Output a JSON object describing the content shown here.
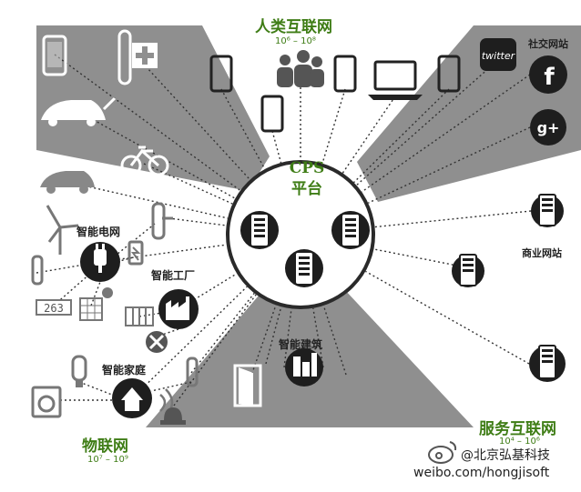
{
  "center": {
    "title": "CPS",
    "subtitle": "平台"
  },
  "regions": {
    "human_internet": {
      "label": "人类互联网",
      "range": "10⁶ – 10⁸"
    },
    "iot": {
      "label": "物联网",
      "range": "10⁷ – 10⁹"
    },
    "service_internet": {
      "label": "服务互联网",
      "range": "10⁴ – 10⁶"
    }
  },
  "nodes": {
    "smart_grid": "智能电网",
    "smart_factory": "智能工厂",
    "smart_home": "智能家庭",
    "smart_building": "智能建筑",
    "social_sites": "社交网站",
    "commerce_sites": "商业网站"
  },
  "social_icons": {
    "twitter": "twitter",
    "facebook": "f",
    "googleplus": "g+"
  },
  "device_tags": {
    "meter": "263"
  },
  "watermark": {
    "handle": "@北京弘基科技",
    "url": "weibo.com/hongjisoft"
  },
  "colors": {
    "accent_green": "#3f7d16",
    "sector_gray": "#8f8f8f",
    "icon_dark": "#1e1e1e",
    "hub_outline": "#2a2a2a"
  }
}
